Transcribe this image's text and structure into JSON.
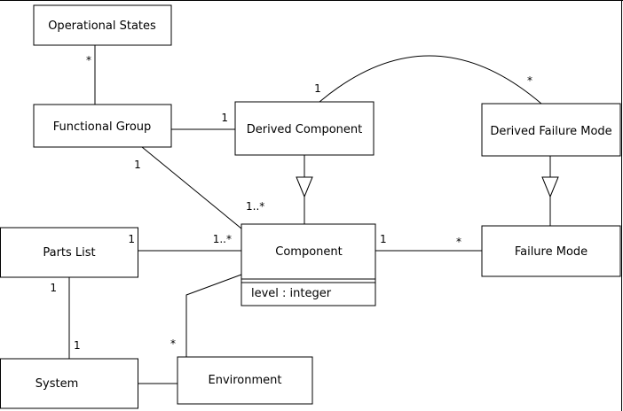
{
  "diagram": {
    "classes": {
      "operational_states": "Operational States",
      "functional_group": "Functional Group",
      "derived_component": "Derived Component",
      "derived_failure_mode": "Derived Failure Mode",
      "parts_list": "Parts List",
      "component": "Component",
      "component_attribute": "level : integer",
      "failure_mode": "Failure Mode",
      "system": "System",
      "environment": "Environment"
    },
    "multiplicities": {
      "opstates_fg_star": "*",
      "fg_dc_1": "1",
      "dc_dfm_1": "1",
      "dc_dfm_star": "*",
      "fg_comp_1": "1",
      "fg_comp_1many": "1..*",
      "pl_comp_1": "1",
      "pl_comp_1many": "1..*",
      "comp_fm_1": "1",
      "comp_fm_star": "*",
      "pl_sys_1_upper": "1",
      "pl_sys_1_lower": "1",
      "comp_env_star": "*"
    },
    "colors": {
      "line": "#000000",
      "box_fill": "#ffffff",
      "text": "#000000",
      "background": "#ffffff"
    }
  }
}
